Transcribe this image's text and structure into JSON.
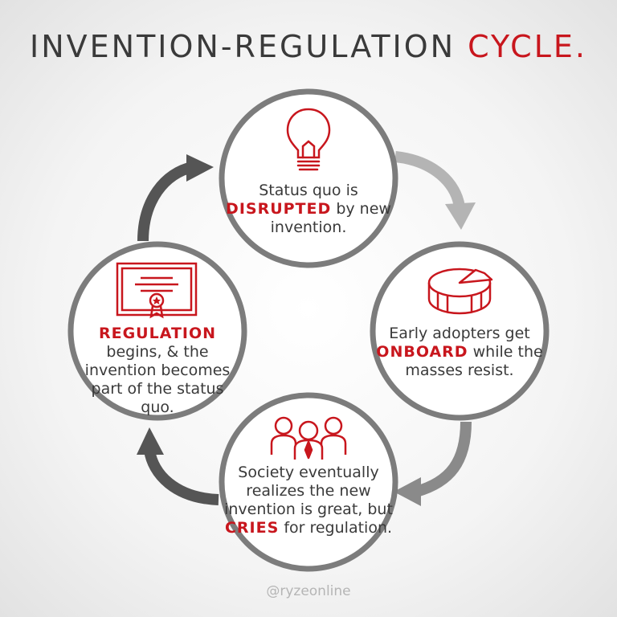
{
  "title": {
    "main": "INVENTION-REGULATION",
    "accent": "CYCLE."
  },
  "nodes": {
    "disrupted": {
      "pre": "Status quo is",
      "highlight": "DISRUPTED",
      "post": "by new invention."
    },
    "onboard": {
      "pre": "Early adopters get",
      "highlight": "ONBOARD",
      "post": "while the masses resist."
    },
    "cries": {
      "pre": "Society eventually realizes the new invention is great, but",
      "highlight": "CRIES",
      "post": "for regulation."
    },
    "regulation": {
      "pre": "",
      "highlight": "REGULATION",
      "post": "begins, & the invention becomes part of the status quo."
    }
  },
  "icons": {
    "top": "lightbulb-icon",
    "right": "pie-chart-icon",
    "bottom": "people-group-icon",
    "left": "certificate-icon"
  },
  "colors": {
    "accent": "#c8161d",
    "ring": "#7c7c7c",
    "text": "#3a3a3a",
    "arrow_dark": "#555555",
    "arrow_light": "#b4b4b4"
  },
  "footer": {
    "handle": "@ryzeonline"
  }
}
